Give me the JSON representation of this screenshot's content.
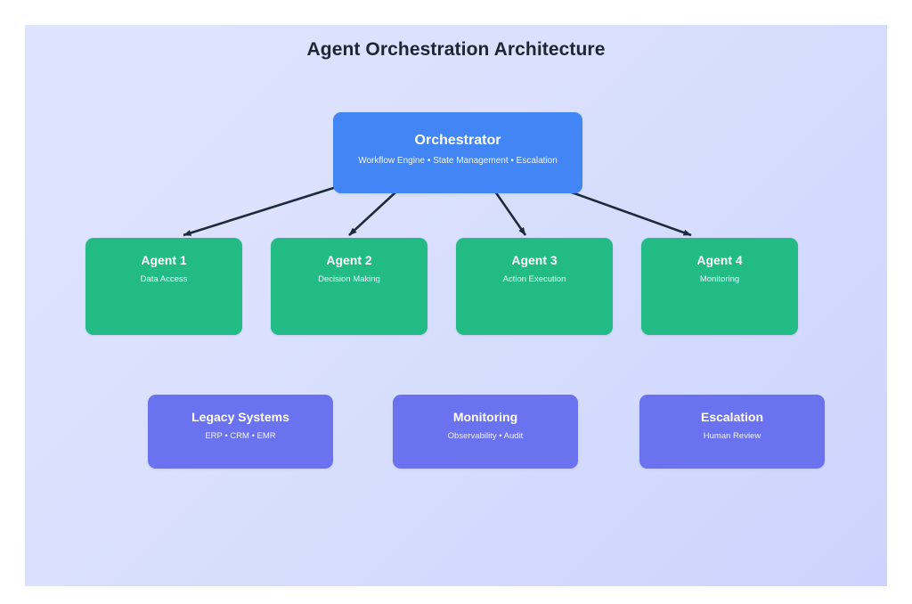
{
  "diagram": {
    "title": "Agent Orchestration Architecture",
    "colors": {
      "orchestrator": "#4285f4",
      "agent": "#22bb85",
      "support": "#6b72f0",
      "arrow": "#1d2b3a",
      "title_text": "#1d2633",
      "canvas_from": "#dfe4fe",
      "canvas_to": "#ccd4fd"
    },
    "orchestrator": {
      "title": "Orchestrator",
      "subtitle": "Workflow Engine • State Management • Escalation"
    },
    "agents": [
      {
        "title": "Agent 1",
        "subtitle": "Data Access"
      },
      {
        "title": "Agent 2",
        "subtitle": "Decision Making"
      },
      {
        "title": "Agent 3",
        "subtitle": "Action Execution"
      },
      {
        "title": "Agent 4",
        "subtitle": "Monitoring"
      }
    ],
    "support": [
      {
        "title": "Legacy Systems",
        "subtitle": "ERP • CRM • EMR"
      },
      {
        "title": "Monitoring",
        "subtitle": "Observability • Audit"
      },
      {
        "title": "Escalation",
        "subtitle": "Human Review"
      }
    ],
    "connections": [
      {
        "from": "Orchestrator",
        "to": "Agent 1"
      },
      {
        "from": "Orchestrator",
        "to": "Agent 2"
      },
      {
        "from": "Orchestrator",
        "to": "Agent 3"
      },
      {
        "from": "Orchestrator",
        "to": "Agent 4"
      }
    ]
  }
}
